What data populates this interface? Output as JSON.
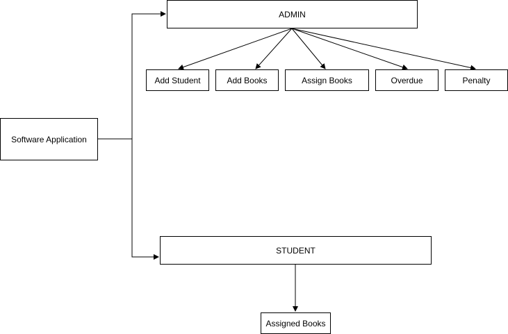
{
  "diagram": {
    "root": {
      "label": "Software Application"
    },
    "admin": {
      "label": "ADMIN",
      "children": [
        "Add Student",
        "Add Books",
        "Assign Books",
        "Overdue",
        "Penalty"
      ]
    },
    "student": {
      "label": "STUDENT",
      "children": [
        "Assigned Books"
      ]
    }
  },
  "colors": {
    "stroke": "#000000",
    "fill": "#ffffff",
    "text": "#000000"
  }
}
